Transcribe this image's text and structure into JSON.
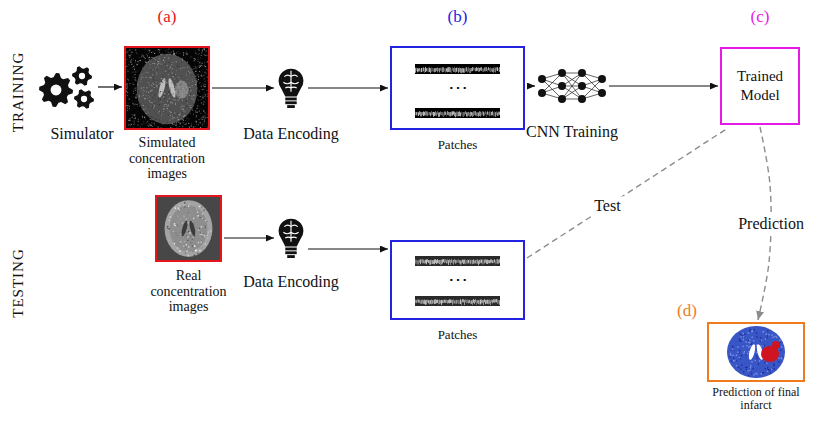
{
  "diagram": {
    "nodes": [
      {
        "text": [
          "Simulator"
        ]
      },
      {
        "text": [
          "(a)",
          "Simulated concentration images"
        ]
      },
      {
        "text": [
          "Data Encoding"
        ]
      },
      {
        "text": [
          "(b)",
          "⋯",
          "Patches"
        ]
      },
      {
        "text": [
          "CNN Training"
        ]
      },
      {
        "text": [
          "(c)",
          "Trained Model"
        ]
      },
      {
        "text": [
          "Real concentration images"
        ]
      },
      {
        "text": [
          "Data Encoding"
        ]
      },
      {
        "text": [
          "⋯",
          "Patches"
        ]
      },
      {
        "text": [
          "(d)",
          "Prediction of final infarct"
        ]
      }
    ],
    "edges": [
      {
        "from": 0,
        "to": 1,
        "arrow": "to"
      },
      {
        "from": 1,
        "to": 2,
        "arrow": "to"
      },
      {
        "from": 2,
        "to": 3,
        "arrow": "to"
      },
      {
        "from": 3,
        "to": 4,
        "arrow": "to"
      },
      {
        "from": 4,
        "to": 5,
        "arrow": "to"
      },
      {
        "from": 6,
        "to": 7,
        "arrow": "to"
      },
      {
        "from": 7,
        "to": 8,
        "arrow": "to"
      },
      {
        "from": 8,
        "to": 5,
        "label": "Test",
        "arrow": "none"
      },
      {
        "from": 5,
        "to": 9,
        "label": "Prediction",
        "arrow": "to"
      }
    ],
    "labels": [
      "TRAINING",
      "TESTING"
    ]
  }
}
